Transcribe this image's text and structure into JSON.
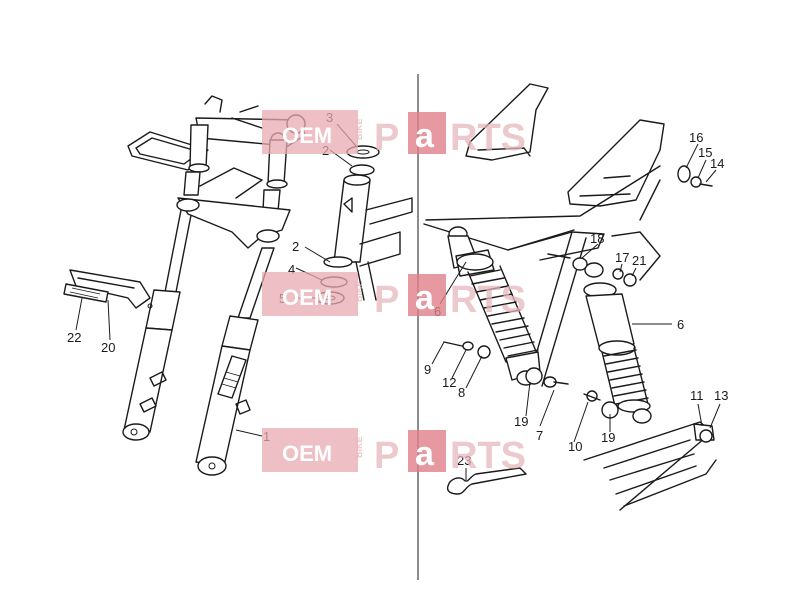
{
  "callouts": {
    "c1": "1",
    "c2a": "2",
    "c2b": "2",
    "c3": "3",
    "c4": "4",
    "c5": "5",
    "c6a": "6",
    "c6b": "6",
    "c7": "7",
    "c8": "8",
    "c9": "9",
    "c10": "10",
    "c11": "11",
    "c12": "12",
    "c13": "13",
    "c14": "14",
    "c15": "15",
    "c16": "16",
    "c17": "17",
    "c18": "18",
    "c19a": "19",
    "c19b": "19",
    "c20": "20",
    "c21": "21",
    "c22": "22",
    "c23": "23"
  },
  "watermark": {
    "brand": "OEM",
    "bike": "BIKE",
    "p": "P",
    "a": "a",
    "rts": "RTS"
  }
}
